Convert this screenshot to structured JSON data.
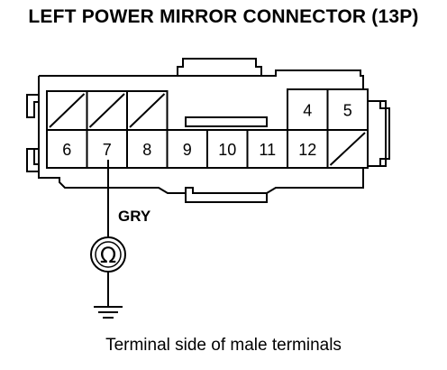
{
  "title": "LEFT POWER MIRROR CONNECTOR (13P)",
  "caption": "Terminal side of male terminals",
  "connector": {
    "top_row": [
      {
        "label": "",
        "blocked": true
      },
      {
        "label": "",
        "blocked": true
      },
      {
        "label": "",
        "blocked": true
      },
      {
        "label": "4",
        "blocked": false
      },
      {
        "label": "5",
        "blocked": false
      }
    ],
    "bottom_row": [
      {
        "label": "6",
        "blocked": false
      },
      {
        "label": "7",
        "blocked": false
      },
      {
        "label": "8",
        "blocked": false
      },
      {
        "label": "9",
        "blocked": false
      },
      {
        "label": "10",
        "blocked": false
      },
      {
        "label": "11",
        "blocked": false
      },
      {
        "label": "12",
        "blocked": false
      },
      {
        "label": "",
        "blocked": true
      }
    ]
  },
  "probe": {
    "wire_color": "GRY",
    "meter_symbol": "Ω",
    "ground_icon": "ground-icon"
  }
}
